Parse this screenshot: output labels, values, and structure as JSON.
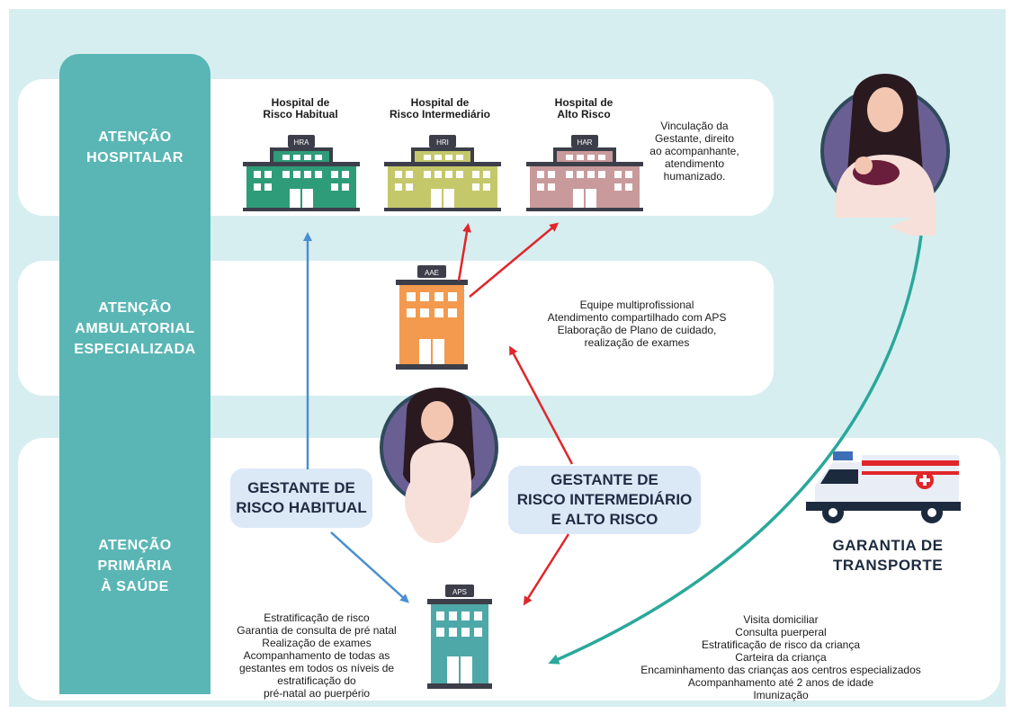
{
  "levels": {
    "hospitalar": [
      "ATENÇÃO",
      "HOSPITALAR"
    ],
    "ambulatorial": [
      "ATENÇÃO",
      "AMBULATORIAL",
      "ESPECIALIZADA"
    ],
    "primaria": [
      "ATENÇÃO",
      "PRIMÁRIA",
      "À SAÚDE"
    ]
  },
  "hospitals": [
    {
      "title": [
        "Hospital de",
        "Risco Habitual"
      ],
      "sign": "HRA",
      "color": "#2e9c78"
    },
    {
      "title": [
        "Hospital de",
        "Risco Intermediário"
      ],
      "sign": "HRI",
      "color": "#c5c86a"
    },
    {
      "title": [
        "Hospital de",
        "Alto Risco"
      ],
      "sign": "HAR",
      "color": "#c99a9b"
    }
  ],
  "hospital_note": [
    "Vinculação da",
    "Gestante, direito",
    "ao acompanhante,",
    "atendimento",
    "humanizado."
  ],
  "aae": {
    "sign": "AAE",
    "color": "#f39a4f"
  },
  "aae_note": [
    "Equipe multiprofissional",
    "Atendimento compartilhado com APS",
    "Elaboração de Plano de cuidado,",
    "realização de exames"
  ],
  "aps": {
    "sign": "APS",
    "color": "#4fa8a8"
  },
  "pill_habitual": [
    "GESTANTE DE",
    "RISCO HABITUAL"
  ],
  "pill_alto": [
    "GESTANTE DE",
    "RISCO INTERMEDIÁRIO",
    "E ALTO RISCO"
  ],
  "aps_note": [
    "Estratificação de risco",
    "Garantia de consulta de pré natal",
    "Realização de exames",
    "Acompanhamento de todas as",
    "gestantes em todos os níveis de",
    "estratificação do",
    "pré-natal ao puerpério"
  ],
  "transport": [
    "GARANTIA DE",
    "TRANSPORTE"
  ],
  "puerperio_note": [
    "Visita domiciliar",
    "Consulta puerperal",
    "Estratificação de risco da criança",
    "Carteira da criança",
    "Encaminhamento das crianças aos centros especializados",
    "Acompanhamento até 2 anos de idade",
    "Imunização"
  ],
  "colors": {
    "teal": "#5ab6b5",
    "band_bg": "#d7eef0",
    "arrow_blue": "#4a8fd1",
    "arrow_red": "#e0262b",
    "arrow_teal": "#2aa89a",
    "pill_bg": "#dbe9f7"
  }
}
